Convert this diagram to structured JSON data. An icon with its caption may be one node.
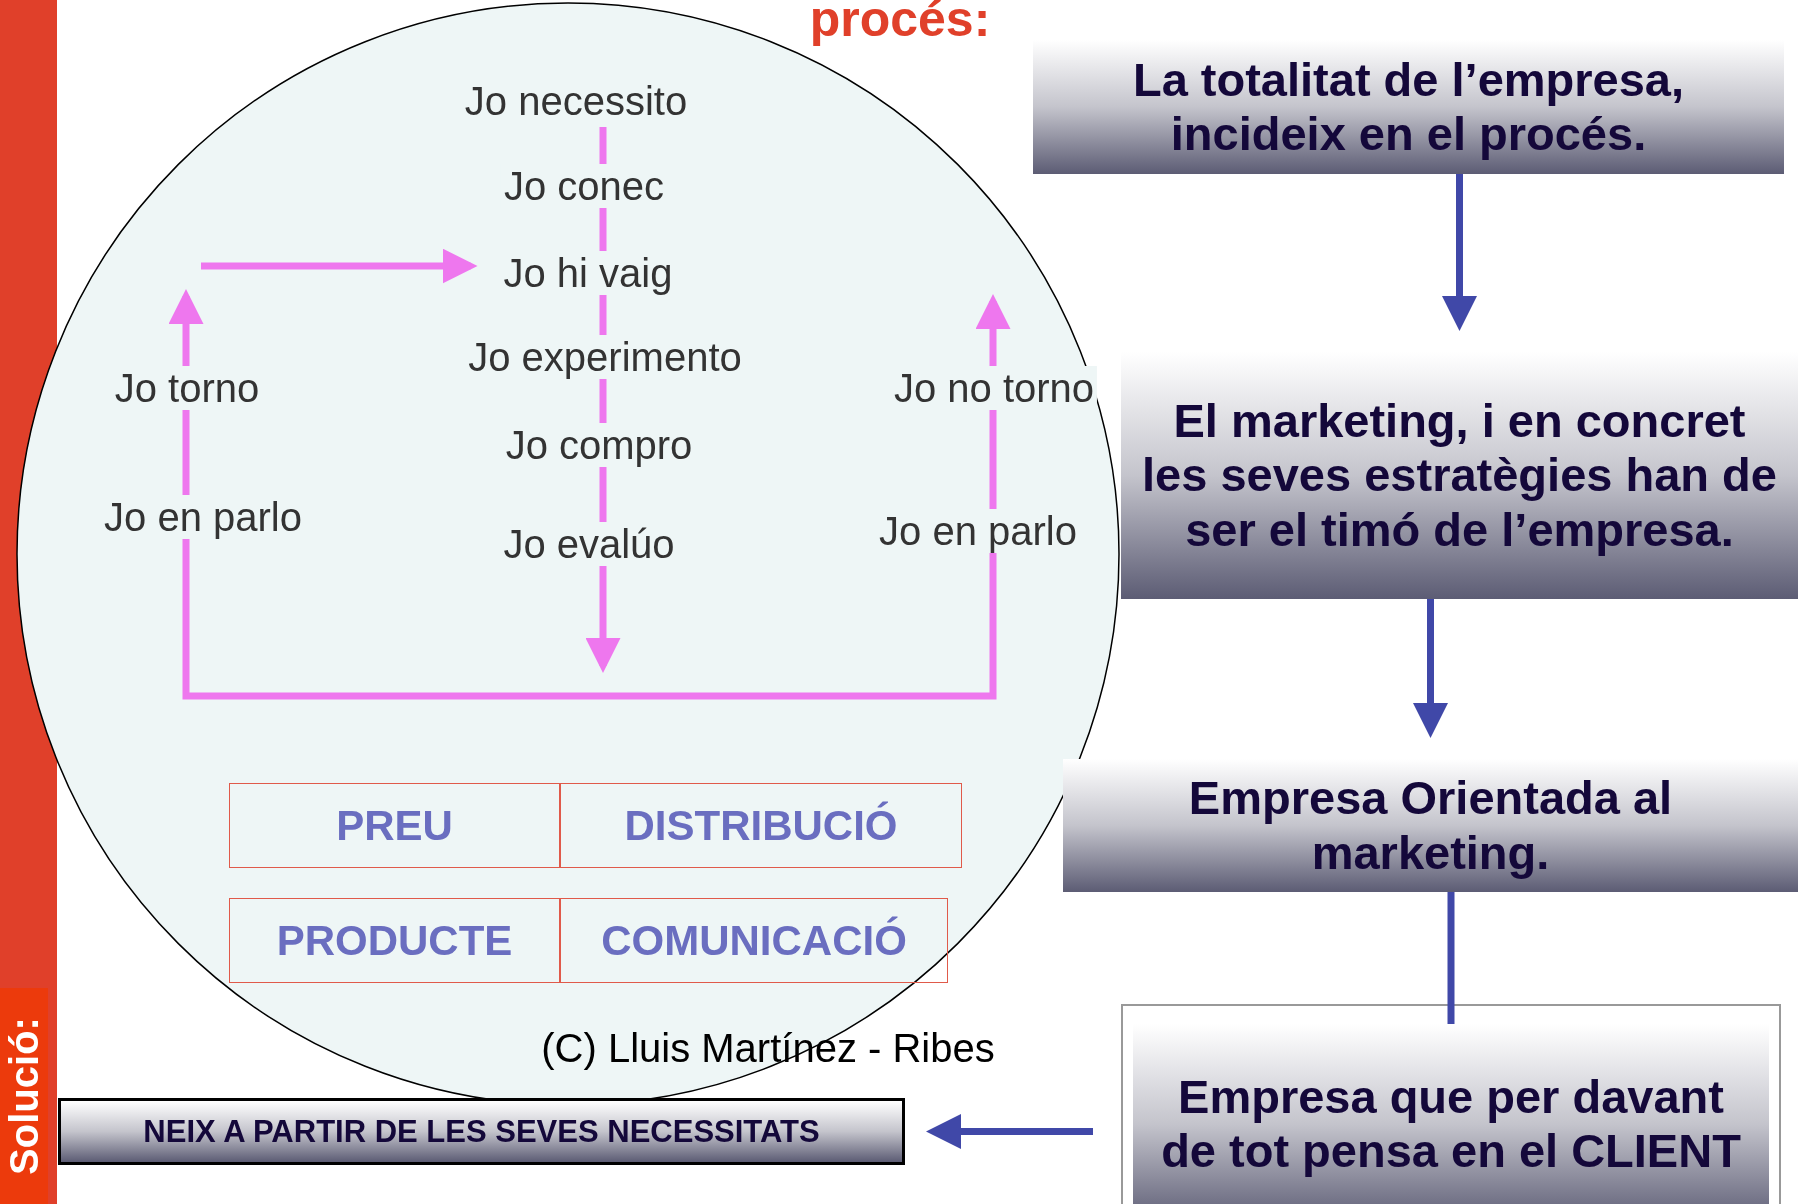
{
  "diagram": {
    "nodes": [
      {
        "text": [],
        "shape": "circle"
      },
      {
        "text": [
          "Jo necessito"
        ],
        "in": 0
      },
      {
        "text": [
          "Jo conec"
        ],
        "in": 0
      },
      {
        "text": [
          "Jo hi vaig"
        ],
        "in": 0
      },
      {
        "text": [
          "Jo torno"
        ],
        "in": 0
      },
      {
        "text": [
          "Jo experimento"
        ],
        "in": 0
      },
      {
        "text": [
          "Jo no torno"
        ],
        "in": 0
      },
      {
        "text": [
          "Jo compro"
        ],
        "in": 0
      },
      {
        "text": [
          "Jo en parlo"
        ],
        "in": 0
      },
      {
        "text": [
          "Jo en parlo"
        ],
        "in": 0
      },
      {
        "text": [
          "Jo evalúo"
        ],
        "in": 0
      },
      {
        "text": [
          "PREU"
        ],
        "in": 0
      },
      {
        "text": [
          "DISTRIBUCIÓ"
        ],
        "in": 0
      },
      {
        "text": [
          "PRODUCTE"
        ],
        "in": 0
      },
      {
        "text": [
          "COMUNICACIÓ"
        ],
        "in": 0
      },
      {
        "text": [
          "La totalitat de l’empresa, incideix en el procés."
        ]
      },
      {
        "text": [
          "El marketing, i en concret les seves estratègies han de ser el timó de l’empresa."
        ]
      },
      {
        "text": [
          "Empresa Orientada al marketing."
        ]
      },
      {
        "text": [
          "Empresa que per davant de tot pensa en el CLIENT"
        ]
      },
      {
        "text": [
          "NEIX A PARTIR DE LES SEVES NECESSITATS"
        ]
      }
    ],
    "edges": [
      {
        "from": 1,
        "to": null,
        "arrow": "to",
        "color": "#ee77ee"
      },
      {
        "from": null,
        "to": 4,
        "arrow": "to",
        "color": "#ee77ee"
      },
      {
        "from": null,
        "to": 3,
        "arrow": "to",
        "color": "#ee77ee"
      },
      {
        "from": null,
        "to": 6,
        "arrow": "to",
        "color": "#ee77ee"
      },
      {
        "from": 15,
        "to": 16,
        "arrow": "to",
        "color": "#4048a8"
      },
      {
        "from": 16,
        "to": 17,
        "arrow": "to",
        "color": "#4048a8"
      },
      {
        "from": 17,
        "to": 18,
        "arrow": "none",
        "color": "#4048a8"
      },
      {
        "from": 18,
        "to": 19,
        "arrow": "to",
        "color": "#4048a8"
      }
    ],
    "labels": [
      "procés:",
      "Solució:",
      "(C) Lluis Martínez - Ribes"
    ]
  }
}
